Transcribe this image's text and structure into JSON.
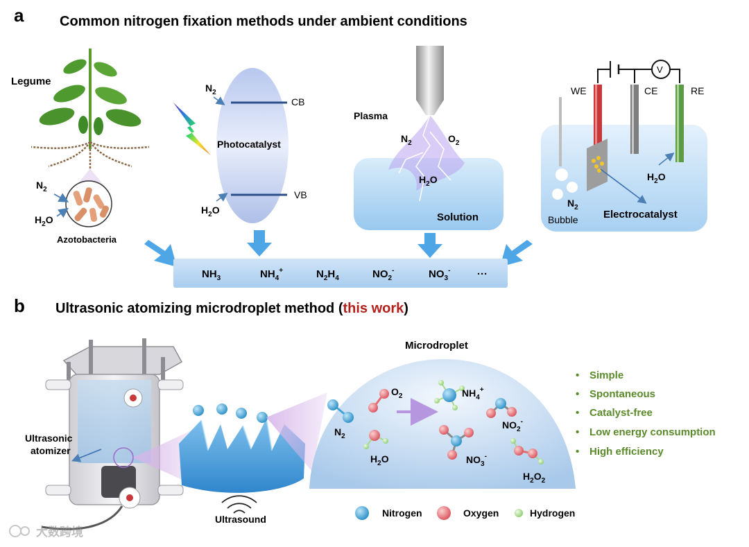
{
  "panel_a": {
    "letter": "a",
    "title": "Common nitrogen fixation methods under ambient conditions",
    "legume": {
      "label": "Legume",
      "bacteria_label": "Azotobacteria",
      "n2": "N",
      "h2o_h": "H",
      "h2o_o": "O"
    },
    "photo": {
      "label": "Photocatalyst",
      "cb": "CB",
      "vb": "VB"
    },
    "plasma": {
      "label": "Plasma",
      "o2": "O",
      "solution": "Solution"
    },
    "electro": {
      "we": "WE",
      "ce": "CE",
      "re": "RE",
      "v": "V",
      "bubble": "Bubble",
      "catalyst": "Electrocatalyst"
    },
    "products": {
      "nh3": "NH",
      "nh4": "NH",
      "n2h4_n": "N",
      "n2h4_h": "H",
      "no2": "NO",
      "no3": "NO",
      "ellipsis": "···"
    }
  },
  "panel_b": {
    "letter": "b",
    "title_main": "Ultrasonic atomizing microdroplet method (",
    "title_highlight": "this work",
    "title_end": ")",
    "atomizer_label_1": "Ultrasonic",
    "atomizer_label_2": "atomizer",
    "ultrasound": "Ultrasound",
    "microdroplet": "Microdroplet",
    "species": {
      "o2": "O",
      "nh4": "NH",
      "n2": "N",
      "no2": "NO",
      "h2o": "H",
      "h2o_o": "O",
      "no3": "NO",
      "h2o2": "H",
      "h2o2_o": "O"
    },
    "features": [
      "Simple",
      "Spontaneous",
      "Catalyst-free",
      "Low energy consumption",
      "High efficiency"
    ],
    "legend": {
      "nitrogen": "Nitrogen",
      "oxygen": "Oxygen",
      "hydrogen": "Hydrogen"
    }
  },
  "watermark": "大数跨境",
  "colors": {
    "highlight": "#b3201c",
    "feature_green": "#5b8a2a",
    "nitrogen": "#3fa3d6",
    "oxygen": "#e46d6d",
    "hydrogen": "#a6d98a",
    "arrow_blue": "#4fa6e6"
  }
}
